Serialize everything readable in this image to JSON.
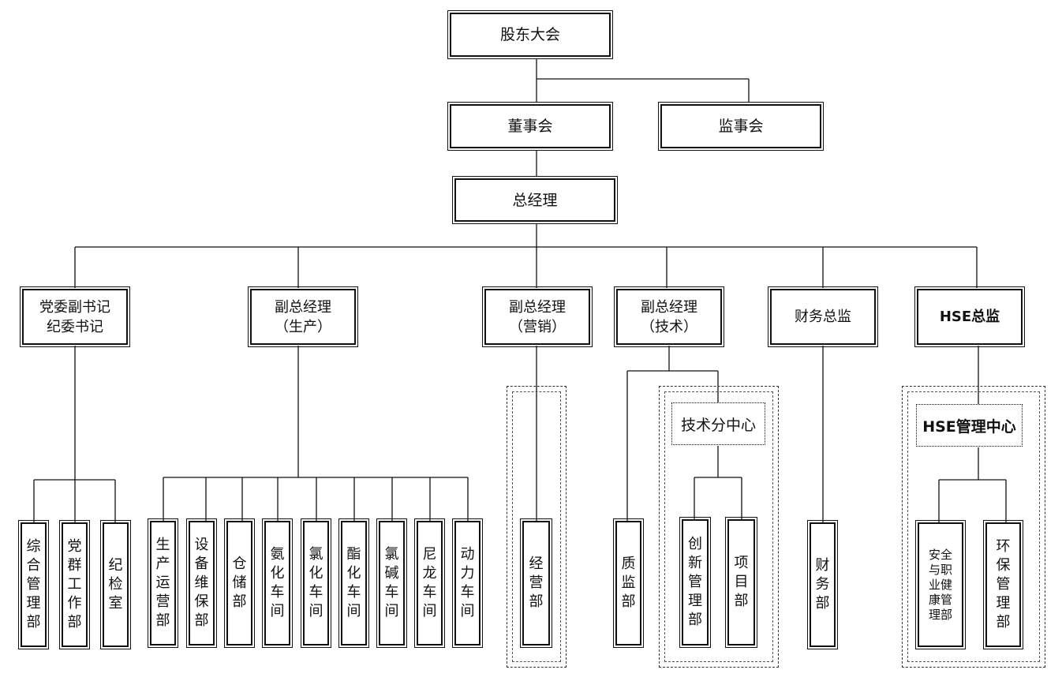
{
  "top": {
    "shareholders": "股东大会",
    "board": "董事会",
    "supervisors": "监事会",
    "gm": "总经理"
  },
  "level2": {
    "party": [
      "党委副书记",
      "纪委书记"
    ],
    "vp_production": [
      "副总经理",
      "（生产）"
    ],
    "vp_sales": [
      "副总经理",
      "（营销）"
    ],
    "vp_tech": [
      "副总经理",
      "（技术）"
    ],
    "cfo": "财务总监",
    "hse": "HSE总监"
  },
  "centers": {
    "tech_center": "技术分中心",
    "hse_center": "HSE管理中心"
  },
  "departments": {
    "party": [
      "综合管理部",
      "党群工作部",
      "纪检室"
    ],
    "production": [
      "生产运营部",
      "设备维保部",
      "仓储部",
      "氨化车间",
      "氯化车间",
      "酯化车间",
      "氯碱车间",
      "尼龙车间",
      "动力车间"
    ],
    "sales": [
      "经营部"
    ],
    "tech": [
      "质监部",
      "创新管理部",
      "项目部"
    ],
    "finance": [
      "财务部"
    ],
    "hse": [
      "安全与职业健康管理部",
      "环保管理部"
    ]
  }
}
